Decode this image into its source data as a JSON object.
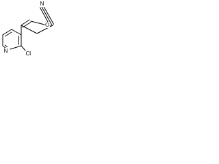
{
  "structure": {
    "atoms": {
      "nitrile_n": "N",
      "carbonyl_o": "O",
      "ring_n": "N",
      "chloro": "Cl"
    },
    "colors": {
      "bond": "#000000",
      "background": "#ffffff"
    }
  }
}
